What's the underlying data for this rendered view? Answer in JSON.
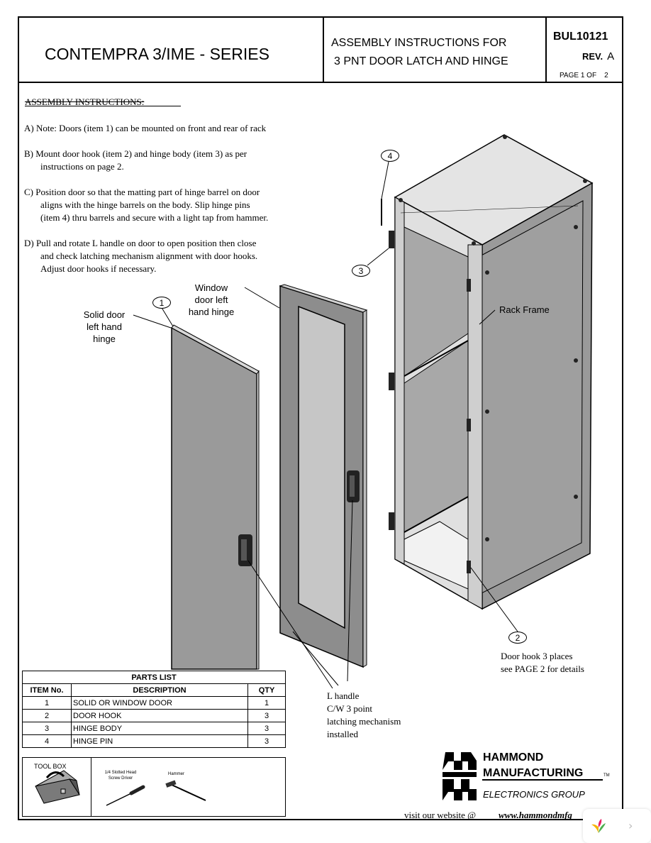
{
  "header": {
    "title": "CONTEMPRA 3/IME - SERIES",
    "subtitle_line1": "ASSEMBLY INSTRUCTIONS FOR",
    "subtitle_line2": "3 PNT DOOR LATCH AND HINGE",
    "bulletin": "BUL10121",
    "rev_label": "REV.",
    "rev_value": "A",
    "page": "PAGE 1 OF    2"
  },
  "instructions": {
    "heading": "ASSEMBLY INSTRUCTIONS:",
    "steps": [
      [
        "A)  Note:  Doors (item 1) can be mounted on front and rear of rack"
      ],
      [
        "B)  Mount door hook (item 2) and hinge body (item 3) as per",
        "instructions on page 2."
      ],
      [
        "C)  Position door so that the matting part of hinge barrel on door",
        "aligns with the hinge barrels on the body.  Slip hinge pins",
        "(item 4) thru barrels and secure with a light tap from hammer."
      ],
      [
        "D)  Pull and rotate L handle on door to open position then close",
        "and check latching mechanism alignment with door hooks.",
        "Adjust door hooks if necessary."
      ]
    ]
  },
  "labels": {
    "window_door": [
      "Window",
      "door left",
      "hand hinge"
    ],
    "solid_door": [
      "Solid door",
      "left hand",
      "hinge"
    ],
    "rack_frame": "Rack Frame",
    "door_hook": [
      "Door hook 3 places",
      "see PAGE 2 for details"
    ],
    "l_handle": [
      "L handle",
      "C/W 3 point",
      "latching mechanism",
      "installed"
    ]
  },
  "balloons": {
    "b1": "1",
    "b2": "2",
    "b3": "3",
    "b4": "4"
  },
  "parts_list": {
    "title": "PARTS LIST",
    "headers": [
      "ITEM No.",
      "DESCRIPTION",
      "QTY"
    ],
    "rows": [
      [
        "1",
        "SOLID OR WINDOW DOOR",
        "1"
      ],
      [
        "2",
        "DOOR HOOK",
        "3"
      ],
      [
        "3",
        "HINGE BODY",
        "3"
      ],
      [
        "4",
        "HINGE PIN",
        "3"
      ]
    ]
  },
  "toolbox": {
    "label": "TOOL BOX",
    "screwdriver": [
      "1/4 Slotted Head",
      "Screw Driver"
    ],
    "hammer": "Hammer"
  },
  "logo": {
    "line1": "HAMMOND",
    "line2": "MANUFACTURING",
    "tm": "TM",
    "line3": "ELECTRONICS GROUP"
  },
  "footer": {
    "visit": "visit our website @",
    "url": "www.hammondmfg"
  },
  "viewer": {
    "next_icon": "chevron-right-icon",
    "app_icon": "viewer-logo-icon"
  }
}
